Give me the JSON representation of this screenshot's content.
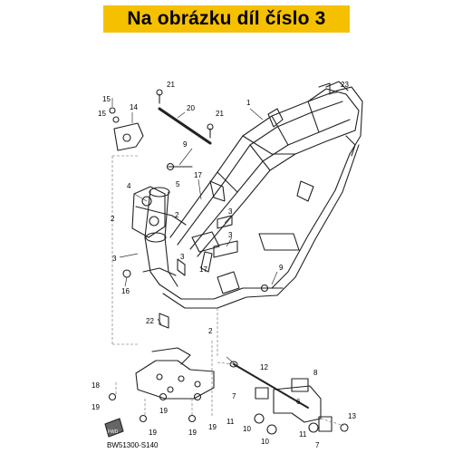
{
  "banner": {
    "text": "Na obrázku díl číslo 3",
    "bg": "#f5c000"
  },
  "diagram_code": "BW51300-S140",
  "fwd_label": "FWD",
  "callouts": [
    "1",
    "2",
    "2",
    "2",
    "3",
    "3",
    "3",
    "3",
    "4",
    "5",
    "6",
    "7",
    "7",
    "8",
    "9",
    "9",
    "10",
    "10",
    "11",
    "11",
    "12",
    "13",
    "14",
    "15",
    "15",
    "16",
    "17",
    "17",
    "18",
    "19",
    "19",
    "19",
    "19",
    "19",
    "20",
    "21",
    "21",
    "22",
    "23"
  ]
}
